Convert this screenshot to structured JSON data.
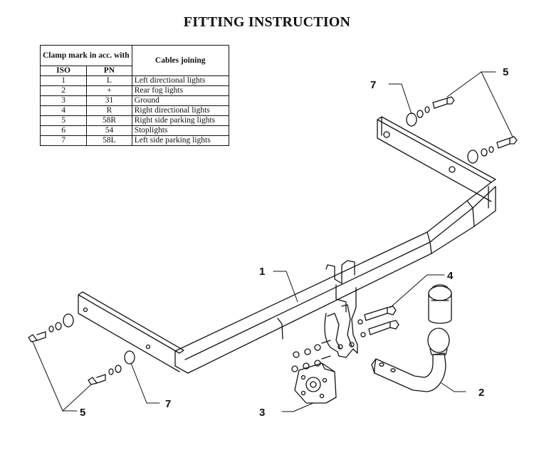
{
  "title": "FITTING INSTRUCTION",
  "table": {
    "header_clamp": "Clamp mark in acc. with",
    "header_cables": "Cables joining",
    "col_iso": "ISO",
    "col_pn": "PN",
    "rows": [
      {
        "iso": "1",
        "pn": "L",
        "desc": "Left directional lights"
      },
      {
        "iso": "2",
        "pn": "+",
        "desc": "Rear fog lights"
      },
      {
        "iso": "3",
        "pn": "31",
        "desc": "Ground"
      },
      {
        "iso": "4",
        "pn": "R",
        "desc": "Right directional lights"
      },
      {
        "iso": "5",
        "pn": "58R",
        "desc": "Right side parking lights"
      },
      {
        "iso": "6",
        "pn": "54",
        "desc": "Stoplights"
      },
      {
        "iso": "7",
        "pn": "58L",
        "desc": "Left side parking lights"
      }
    ]
  },
  "callouts": {
    "c1": "1",
    "c2": "2",
    "c3": "3",
    "c4": "4",
    "c5_top": "5",
    "c5_bottom": "5",
    "c7_top": "7",
    "c7_bottom": "7"
  }
}
